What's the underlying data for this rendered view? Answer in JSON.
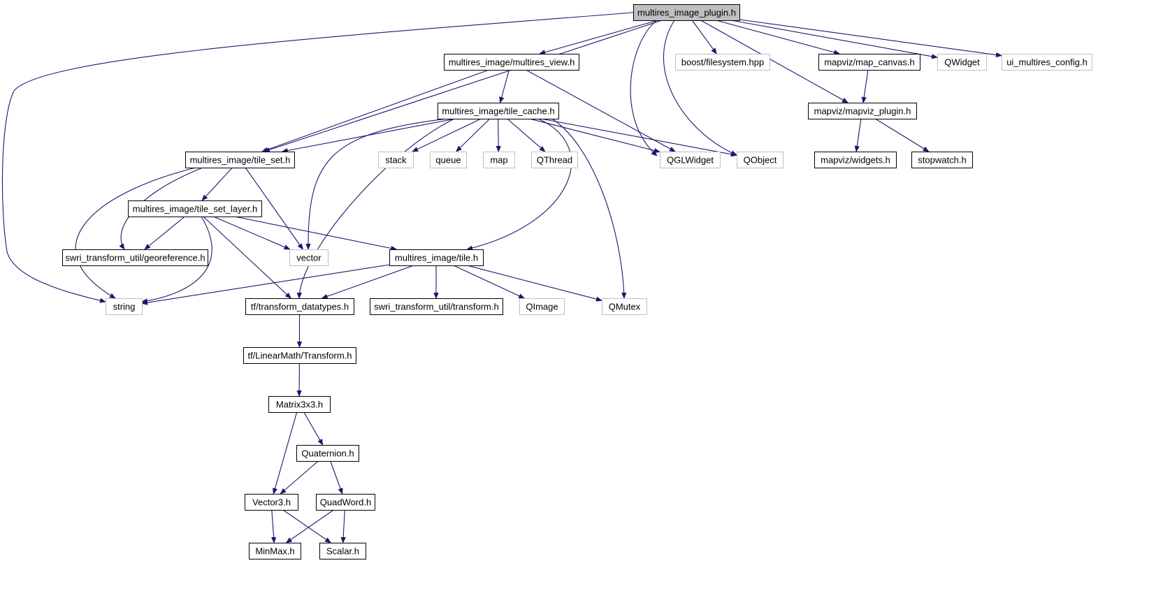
{
  "graph": {
    "root": "multires_image_plugin.h",
    "colors": {
      "edge": "#191970",
      "root_fill": "#bfbfbf",
      "documented_border": "#000000",
      "external_border": "#bfbfbf"
    },
    "nodes": [
      {
        "id": "plugin",
        "label": "multires_image_plugin.h",
        "kind": "root"
      },
      {
        "id": "view",
        "label": "multires_image/multires_view.h",
        "kind": "documented"
      },
      {
        "id": "boostfs",
        "label": "boost/filesystem.hpp",
        "kind": "external"
      },
      {
        "id": "mapcanvas",
        "label": "mapviz/map_canvas.h",
        "kind": "documented"
      },
      {
        "id": "qwidget",
        "label": "QWidget",
        "kind": "external"
      },
      {
        "id": "uiconfig",
        "label": "ui_multires_config.h",
        "kind": "external"
      },
      {
        "id": "tilecache",
        "label": "multires_image/tile_cache.h",
        "kind": "documented"
      },
      {
        "id": "mapvizplugin",
        "label": "mapviz/mapviz_plugin.h",
        "kind": "documented"
      },
      {
        "id": "tileset",
        "label": "multires_image/tile_set.h",
        "kind": "documented"
      },
      {
        "id": "stack",
        "label": "stack",
        "kind": "external"
      },
      {
        "id": "queue",
        "label": "queue",
        "kind": "external"
      },
      {
        "id": "map",
        "label": "map",
        "kind": "external"
      },
      {
        "id": "qthread",
        "label": "QThread",
        "kind": "external"
      },
      {
        "id": "qglwidget",
        "label": "QGLWidget",
        "kind": "external"
      },
      {
        "id": "qobject",
        "label": "QObject",
        "kind": "external"
      },
      {
        "id": "widgets",
        "label": "mapviz/widgets.h",
        "kind": "documented"
      },
      {
        "id": "stopwatch",
        "label": "stopwatch.h",
        "kind": "documented"
      },
      {
        "id": "tilesetlayer",
        "label": "multires_image/tile_set_layer.h",
        "kind": "documented"
      },
      {
        "id": "georef",
        "label": "swri_transform_util/georeference.h",
        "kind": "documented"
      },
      {
        "id": "vector",
        "label": "vector",
        "kind": "external"
      },
      {
        "id": "tile",
        "label": "multires_image/tile.h",
        "kind": "documented"
      },
      {
        "id": "string",
        "label": "string",
        "kind": "external"
      },
      {
        "id": "tfdatatypes",
        "label": "tf/transform_datatypes.h",
        "kind": "documented"
      },
      {
        "id": "swritransform",
        "label": "swri_transform_util/transform.h",
        "kind": "documented"
      },
      {
        "id": "qimage",
        "label": "QImage",
        "kind": "external"
      },
      {
        "id": "qmutex",
        "label": "QMutex",
        "kind": "external"
      },
      {
        "id": "lmtransform",
        "label": "tf/LinearMath/Transform.h",
        "kind": "documented"
      },
      {
        "id": "matrix",
        "label": "Matrix3x3.h",
        "kind": "documented"
      },
      {
        "id": "quaternion",
        "label": "Quaternion.h",
        "kind": "documented"
      },
      {
        "id": "vector3",
        "label": "Vector3.h",
        "kind": "documented"
      },
      {
        "id": "quadword",
        "label": "QuadWord.h",
        "kind": "documented"
      },
      {
        "id": "minmax",
        "label": "MinMax.h",
        "kind": "documented"
      },
      {
        "id": "scalar",
        "label": "Scalar.h",
        "kind": "documented"
      }
    ],
    "edges": [
      [
        "plugin",
        "view"
      ],
      [
        "plugin",
        "boostfs"
      ],
      [
        "plugin",
        "mapcanvas"
      ],
      [
        "plugin",
        "qwidget"
      ],
      [
        "plugin",
        "uiconfig"
      ],
      [
        "plugin",
        "mapvizplugin"
      ],
      [
        "plugin",
        "tileset"
      ],
      [
        "plugin",
        "string"
      ],
      [
        "plugin",
        "qglwidget"
      ],
      [
        "plugin",
        "qobject"
      ],
      [
        "view",
        "tilecache"
      ],
      [
        "view",
        "tileset"
      ],
      [
        "view",
        "qglwidget"
      ],
      [
        "mapcanvas",
        "mapvizplugin"
      ],
      [
        "mapvizplugin",
        "widgets"
      ],
      [
        "mapvizplugin",
        "stopwatch"
      ],
      [
        "tilecache",
        "tileset"
      ],
      [
        "tilecache",
        "stack"
      ],
      [
        "tilecache",
        "queue"
      ],
      [
        "tilecache",
        "map"
      ],
      [
        "tilecache",
        "qthread"
      ],
      [
        "tilecache",
        "qglwidget"
      ],
      [
        "tilecache",
        "qobject"
      ],
      [
        "tilecache",
        "vector"
      ],
      [
        "tilecache",
        "tfdatatypes"
      ],
      [
        "tilecache",
        "tile"
      ],
      [
        "tilecache",
        "qmutex"
      ],
      [
        "tileset",
        "tilesetlayer"
      ],
      [
        "tileset",
        "georef"
      ],
      [
        "tileset",
        "vector"
      ],
      [
        "tileset",
        "string"
      ],
      [
        "tilesetlayer",
        "georef"
      ],
      [
        "tilesetlayer",
        "vector"
      ],
      [
        "tilesetlayer",
        "tile"
      ],
      [
        "tilesetlayer",
        "tfdatatypes"
      ],
      [
        "tilesetlayer",
        "string"
      ],
      [
        "tile",
        "string"
      ],
      [
        "tile",
        "tfdatatypes"
      ],
      [
        "tile",
        "swritransform"
      ],
      [
        "tile",
        "qimage"
      ],
      [
        "tile",
        "qmutex"
      ],
      [
        "tfdatatypes",
        "lmtransform"
      ],
      [
        "lmtransform",
        "matrix"
      ],
      [
        "matrix",
        "quaternion"
      ],
      [
        "matrix",
        "vector3"
      ],
      [
        "quaternion",
        "vector3"
      ],
      [
        "quaternion",
        "quadword"
      ],
      [
        "vector3",
        "minmax"
      ],
      [
        "vector3",
        "scalar"
      ],
      [
        "quadword",
        "minmax"
      ],
      [
        "quadword",
        "scalar"
      ]
    ]
  }
}
